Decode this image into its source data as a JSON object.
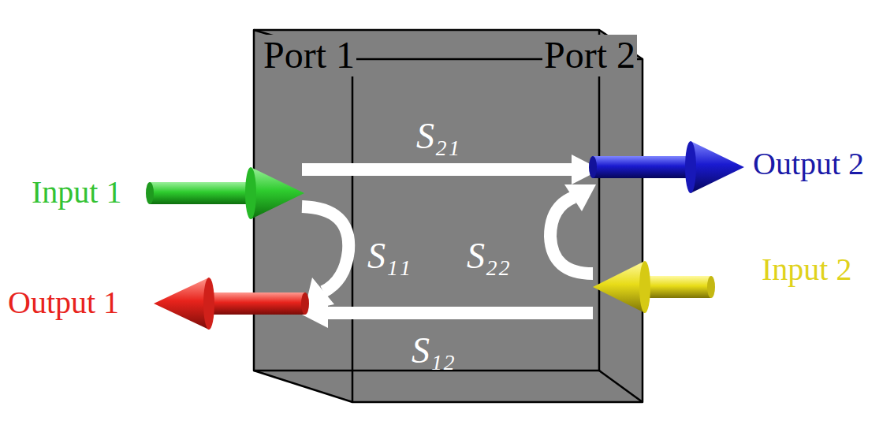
{
  "diagram": {
    "labels": [
      "Port 1",
      "Port 2",
      "S₂₁",
      "S₁₁",
      "S₂₂",
      "S₁₂",
      "Input 1",
      "Output 1",
      "Output 2",
      "Input 2"
    ]
  }
}
